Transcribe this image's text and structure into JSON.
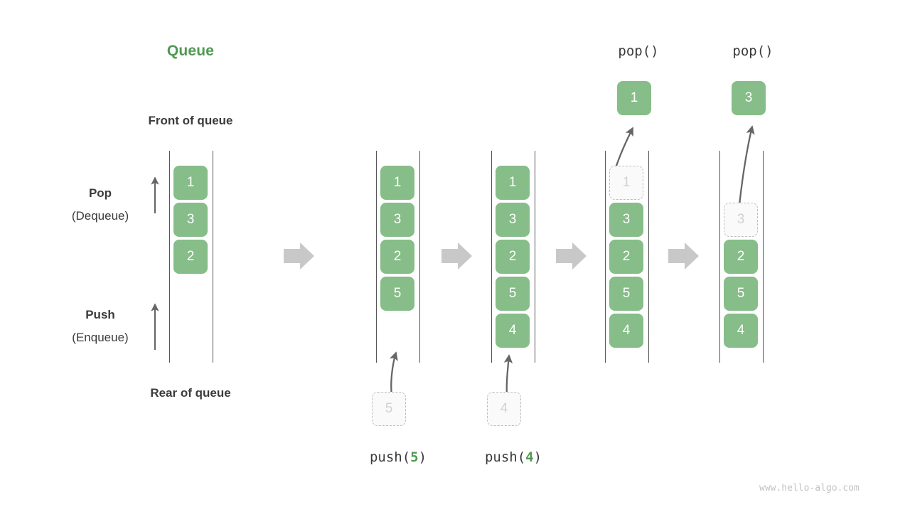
{
  "diagram": {
    "title": "Queue",
    "watermark": "www.hello-algo.com",
    "labels": {
      "front": "Front of queue",
      "rear": "Rear of queue",
      "pop_bold": "Pop",
      "pop_paren": "(Dequeue)",
      "push_bold": "Push",
      "push_paren": "(Enqueue)"
    },
    "colors": {
      "accent_green": "#4e9a51",
      "box_green": "#86bd88",
      "text_dark": "#3b3b3b",
      "ghost_border": "#bdbdbd",
      "ghost_text": "#d2d2d2",
      "rail": "#555555",
      "arrow_gray": "#666666",
      "step_arrow": "#c8c8c8",
      "watermark_gray": "#c2c2c2"
    },
    "stages": [
      {
        "name": "initial",
        "top_label": "",
        "bottom_label_prefix": "",
        "bottom_label_arg": "",
        "bottom_label_suffix": "",
        "items": [
          {
            "value": "1",
            "ghost": false
          },
          {
            "value": "3",
            "ghost": false
          },
          {
            "value": "2",
            "ghost": false
          }
        ],
        "floating": null,
        "incoming": null
      },
      {
        "name": "push-5",
        "top_label": "",
        "bottom_label_prefix": "push(",
        "bottom_label_arg": "5",
        "bottom_label_suffix": ")",
        "items": [
          {
            "value": "1",
            "ghost": false
          },
          {
            "value": "3",
            "ghost": false
          },
          {
            "value": "2",
            "ghost": false
          },
          {
            "value": "5",
            "ghost": false
          }
        ],
        "floating": null,
        "incoming": {
          "value": "5"
        }
      },
      {
        "name": "push-4",
        "top_label": "",
        "bottom_label_prefix": "push(",
        "bottom_label_arg": "4",
        "bottom_label_suffix": ")",
        "items": [
          {
            "value": "1",
            "ghost": false
          },
          {
            "value": "3",
            "ghost": false
          },
          {
            "value": "2",
            "ghost": false
          },
          {
            "value": "5",
            "ghost": false
          },
          {
            "value": "4",
            "ghost": false
          }
        ],
        "floating": null,
        "incoming": {
          "value": "4"
        }
      },
      {
        "name": "pop-1",
        "top_label": "pop()",
        "bottom_label_prefix": "",
        "bottom_label_arg": "",
        "bottom_label_suffix": "",
        "items": [
          {
            "value": "1",
            "ghost": true
          },
          {
            "value": "3",
            "ghost": false
          },
          {
            "value": "2",
            "ghost": false
          },
          {
            "value": "5",
            "ghost": false
          },
          {
            "value": "4",
            "ghost": false
          }
        ],
        "floating": {
          "value": "1"
        },
        "incoming": null
      },
      {
        "name": "pop-3",
        "top_label": "pop()",
        "bottom_label_prefix": "",
        "bottom_label_arg": "",
        "bottom_label_suffix": "",
        "items": [
          {
            "value": "",
            "ghost": false,
            "empty": true
          },
          {
            "value": "3",
            "ghost": true
          },
          {
            "value": "2",
            "ghost": false
          },
          {
            "value": "5",
            "ghost": false
          },
          {
            "value": "4",
            "ghost": false
          }
        ],
        "floating": {
          "value": "3"
        },
        "incoming": null
      }
    ],
    "step_arrows": 4
  }
}
